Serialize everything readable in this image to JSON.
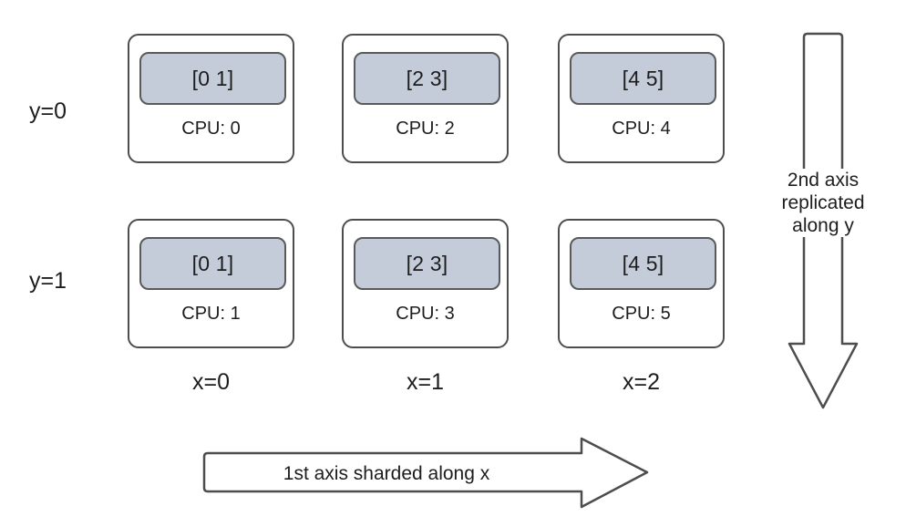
{
  "diagram": {
    "title": "2D mesh device sharding diagram",
    "colors": {
      "stroke": "#4d4d4d",
      "inner_fill": "#c3ccd8",
      "text": "#1d1d1d",
      "background": "#ffffff"
    },
    "grid": {
      "row_labels": [
        "y=0",
        "y=1"
      ],
      "col_labels": [
        "x=0",
        "x=1",
        "x=2"
      ],
      "cells": [
        [
          {
            "shard": "[0 1]",
            "cpu": "CPU: 0"
          },
          {
            "shard": "[2 3]",
            "cpu": "CPU: 2"
          },
          {
            "shard": "[4 5]",
            "cpu": "CPU: 4"
          }
        ],
        [
          {
            "shard": "[0 1]",
            "cpu": "CPU: 1"
          },
          {
            "shard": "[2 3]",
            "cpu": "CPU: 3"
          },
          {
            "shard": "[4 5]",
            "cpu": "CPU: 5"
          }
        ]
      ]
    },
    "arrows": {
      "horizontal": {
        "label": "1st axis sharded along x",
        "direction": "right"
      },
      "vertical": {
        "label_lines": [
          "2nd axis",
          "replicated",
          "along y"
        ],
        "direction": "down"
      }
    }
  }
}
